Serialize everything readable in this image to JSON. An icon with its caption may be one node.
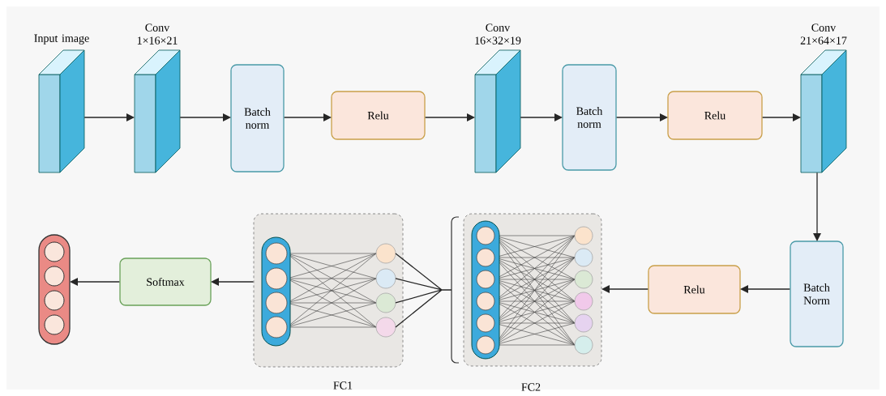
{
  "diagram": {
    "nodes": [
      {
        "text": [
          "Input image"
        ]
      },
      {
        "text": [
          "Conv 1×16×21"
        ]
      },
      {
        "text": [
          "Batch norm"
        ]
      },
      {
        "text": [
          "Relu"
        ]
      },
      {
        "text": [
          "Conv 16×32×19"
        ]
      },
      {
        "text": [
          "Batch norm"
        ]
      },
      {
        "text": [
          "Relu"
        ]
      },
      {
        "text": [
          "Conv 21×64×17"
        ]
      },
      {
        "text": [
          "Batch Norm"
        ]
      },
      {
        "text": [
          "Relu"
        ]
      },
      {
        "text": [
          "FC2"
        ]
      },
      {
        "text": [
          "FC1"
        ]
      },
      {
        "text": [
          "Softmax"
        ]
      },
      {
        "text": [],
        "shape": "bar"
      }
    ],
    "edges": [
      {
        "from": 0,
        "to": 1,
        "arrow": "to"
      },
      {
        "from": 1,
        "to": 2,
        "arrow": "to"
      },
      {
        "from": 2,
        "to": 3,
        "arrow": "to"
      },
      {
        "from": 3,
        "to": 4,
        "arrow": "to"
      },
      {
        "from": 4,
        "to": 5,
        "arrow": "to"
      },
      {
        "from": 5,
        "to": 6,
        "arrow": "to"
      },
      {
        "from": 6,
        "to": 7,
        "arrow": "to"
      },
      {
        "from": 7,
        "to": 8,
        "arrow": "to"
      },
      {
        "from": 8,
        "to": 9,
        "arrow": "to"
      },
      {
        "from": 9,
        "to": 10,
        "arrow": "to"
      },
      {
        "from": 10,
        "to": 11,
        "arrow": "none"
      },
      {
        "from": 11,
        "to": 12,
        "arrow": "to"
      },
      {
        "from": 12,
        "to": 13,
        "arrow": "to"
      }
    ]
  }
}
